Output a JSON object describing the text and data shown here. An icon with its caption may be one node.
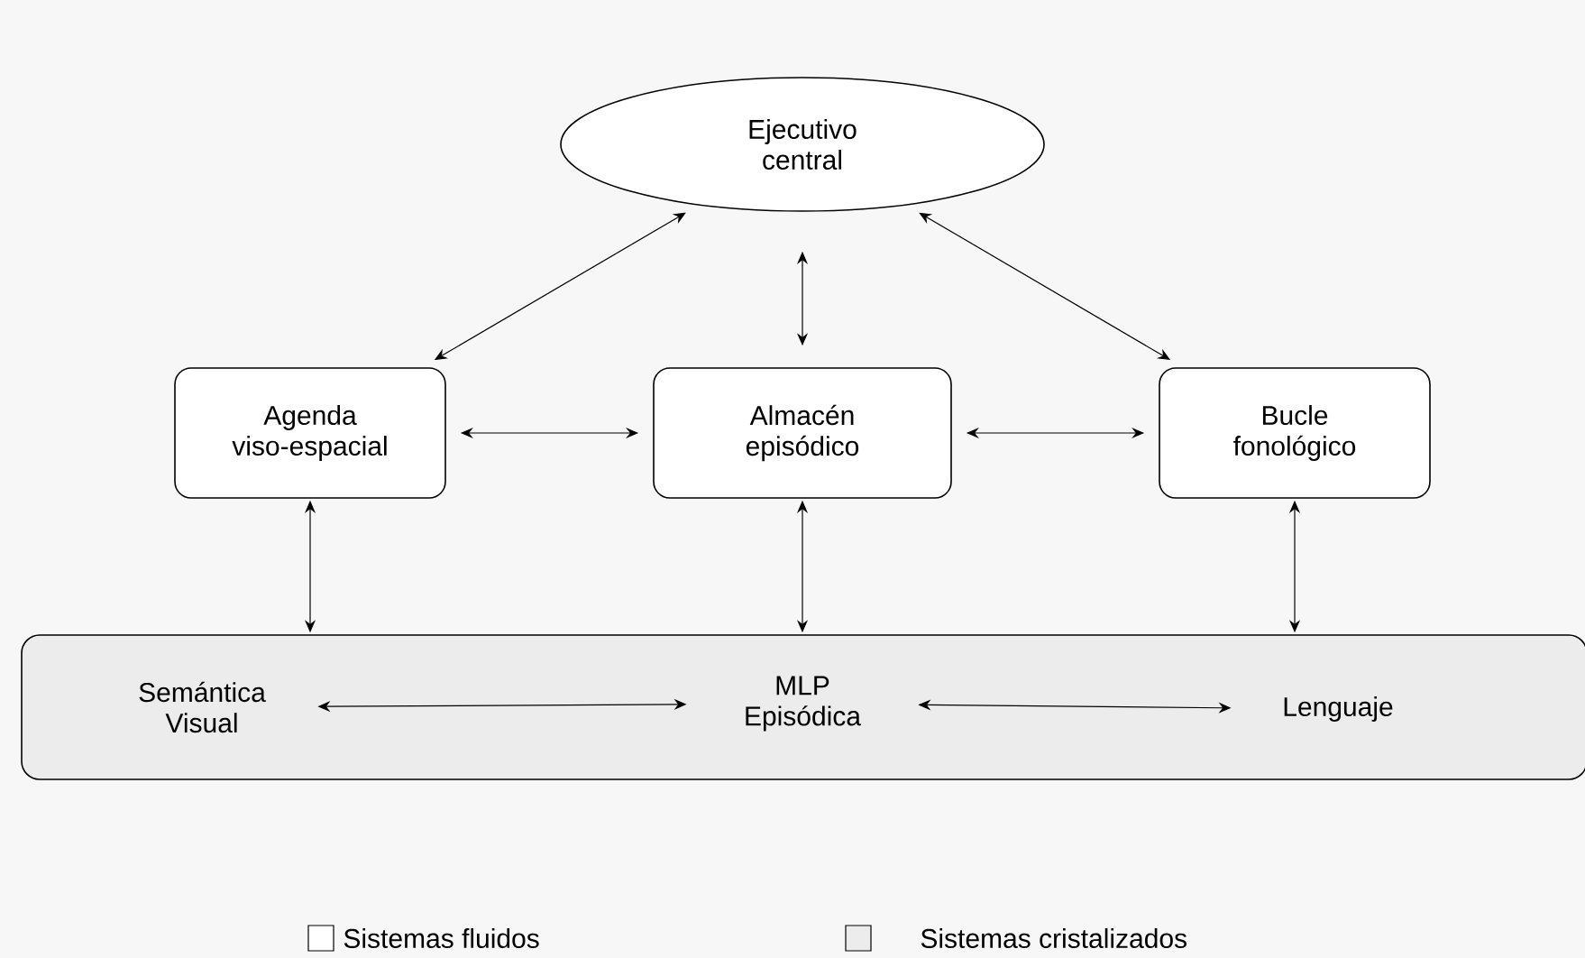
{
  "diagram": {
    "nodes": [
      {
        "text": [
          "Ejecutivo central"
        ]
      },
      {
        "text": [
          "Agenda viso-espacial"
        ]
      },
      {
        "text": [
          "Almacén episódico"
        ]
      },
      {
        "text": [
          "Bucle fonológico"
        ]
      },
      {
        "text": [],
        "shape": "box"
      },
      {
        "text": [
          "Semántica Visual"
        ],
        "in": 4
      },
      {
        "text": [
          "MLP Episódica"
        ],
        "in": 4
      },
      {
        "text": [
          "Lenguaje"
        ],
        "in": 4
      }
    ],
    "edges": [
      {
        "from": 0,
        "to": 1,
        "arrow": "both"
      },
      {
        "from": 0,
        "to": 2,
        "arrow": "both"
      },
      {
        "from": 0,
        "to": 3,
        "arrow": "both"
      },
      {
        "from": 1,
        "to": 2,
        "arrow": "both"
      },
      {
        "from": 2,
        "to": 3,
        "arrow": "both"
      },
      {
        "from": 1,
        "to": 4,
        "arrow": "both"
      },
      {
        "from": 2,
        "to": 4,
        "arrow": "both"
      },
      {
        "from": 3,
        "to": 4,
        "arrow": "both"
      },
      {
        "from": 5,
        "to": 6,
        "arrow": "both"
      },
      {
        "from": 6,
        "to": 7,
        "arrow": "both"
      }
    ],
    "legend": [
      {
        "text": "Sistemas fluidos",
        "color": "#ffffff"
      },
      {
        "text": "Sistemas cristalizados",
        "color": "#ececec"
      }
    ]
  }
}
